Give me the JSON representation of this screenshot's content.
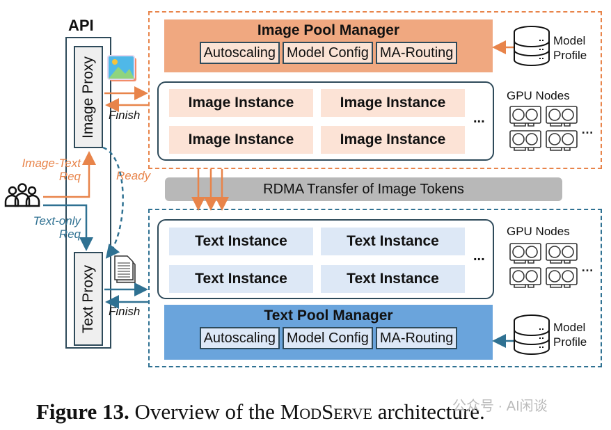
{
  "api": {
    "title": "API",
    "image_proxy": "Image Proxy",
    "text_proxy": "Text Proxy"
  },
  "requests": {
    "image_text": [
      "Image-Text",
      "Req"
    ],
    "text_only": [
      "Text-only",
      "Req"
    ],
    "ready": "Ready",
    "finish": "Finish"
  },
  "image_pool": {
    "manager_title": "Image Pool Manager",
    "components": [
      "Autoscaling",
      "Model Config",
      "MA-Routing"
    ],
    "instances": [
      "Image Instance",
      "Image Instance",
      "Image Instance",
      "Image Instance"
    ],
    "ellipsis": "...",
    "gpu_label": "GPU Nodes",
    "profile_label": [
      "Model",
      "Profile"
    ]
  },
  "rdma": {
    "label": "RDMA Transfer of Image Tokens"
  },
  "text_pool": {
    "manager_title": "Text Pool Manager",
    "components": [
      "Autoscaling",
      "Model Config",
      "MA-Routing"
    ],
    "instances": [
      "Text Instance",
      "Text Instance",
      "Text Instance",
      "Text Instance"
    ],
    "ellipsis": "...",
    "gpu_label": "GPU Nodes",
    "profile_label": [
      "Model",
      "Profile"
    ]
  },
  "caption": {
    "label": "Figure 13.",
    "text_before": " Overview of the ",
    "system_name": "ModServe",
    "text_after": " architecture."
  },
  "watermark": "公众号 · AI闲谈",
  "colors": {
    "image_accent": "#e8844a",
    "text_accent": "#2f7192",
    "image_manager_bg": "#f0a880",
    "text_manager_bg": "#6aa4dc"
  }
}
